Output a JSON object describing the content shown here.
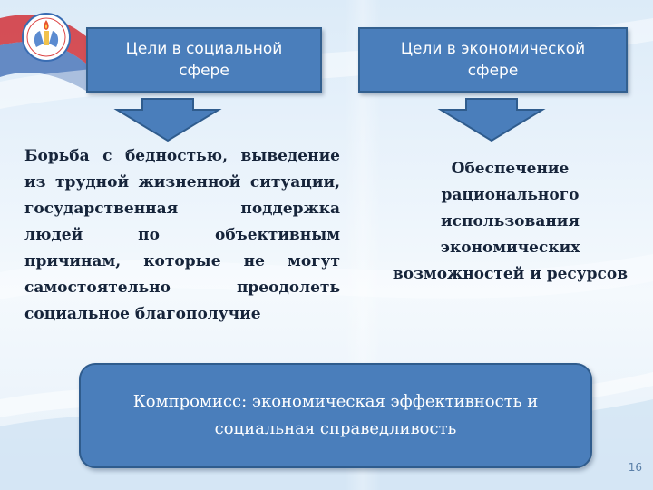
{
  "colors": {
    "box_fill": "#4a7ebb",
    "box_border": "#33608f",
    "text_dark": "#16243a",
    "text_light": "#ffffff"
  },
  "logo": {
    "icon": "candle-in-hands-emblem-icon"
  },
  "goals": {
    "social_title": "Цели в социальной\nсфере",
    "economic_title": "Цели в экономической\nсфере"
  },
  "arrows": {
    "icon": "down-arrow-icon"
  },
  "social_text": "Борьба с бедностью, выведение из трудной жизненной ситуации, государственная поддержка людей по объективным причинам, которые не могут самостоятельно преодолеть социальное благополучие",
  "economic_text": "Обеспечение\nрационального\nиспользования\nэкономических\nвозможностей и ресурсов",
  "compromise_text": "Компромисс: экономическая эффективность и\nсоциальная справедливость",
  "page_number": "16"
}
